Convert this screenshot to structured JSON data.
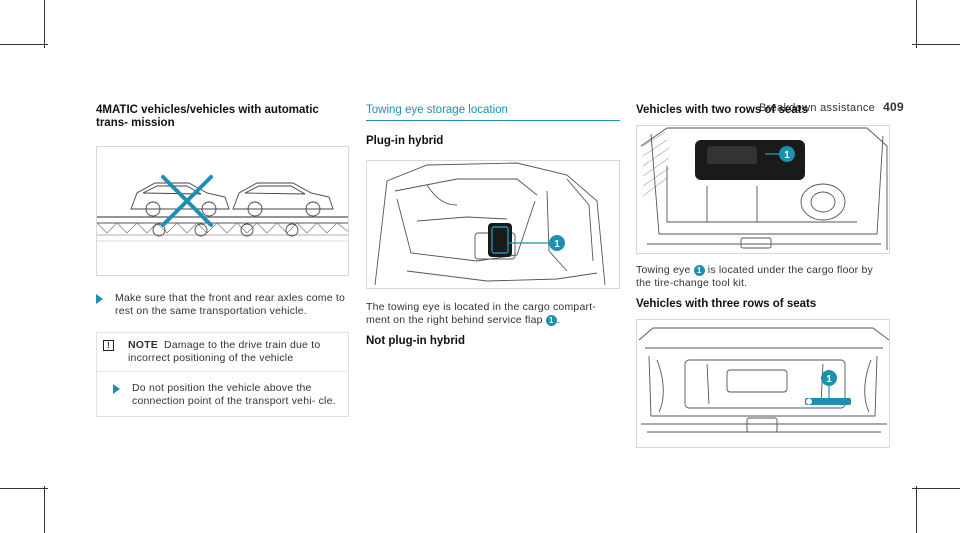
{
  "header": {
    "section": "Breakdown assistance",
    "page": "409"
  },
  "col1": {
    "title": "4MATIC vehicles/vehicles with automatic trans- mission",
    "bullet1": "Make sure that the front and rear axles come to rest on the same transportation vehicle.",
    "note_label": "NOTE",
    "note_text": "Damage to the drive train due to incorrect positioning of the vehicle",
    "note_bullet": "Do not position the vehicle above the connection point of the transport vehi- cle."
  },
  "col2": {
    "title": "Towing eye storage location",
    "sub1": "Plug-in hybrid",
    "text1a": "The towing eye is located in the cargo compart- ment on the right behind service flap",
    "callout": "1",
    "text1b": ".",
    "sub2": "Not plug-in hybrid"
  },
  "col3": {
    "sub1": "Vehicles with two rows of seats",
    "callout": "1",
    "text1": "is located under the cargo floor by the tire-change tool kit.",
    "text_pre": "Towing eye",
    "sub2": "Vehicles with three rows of seats"
  }
}
